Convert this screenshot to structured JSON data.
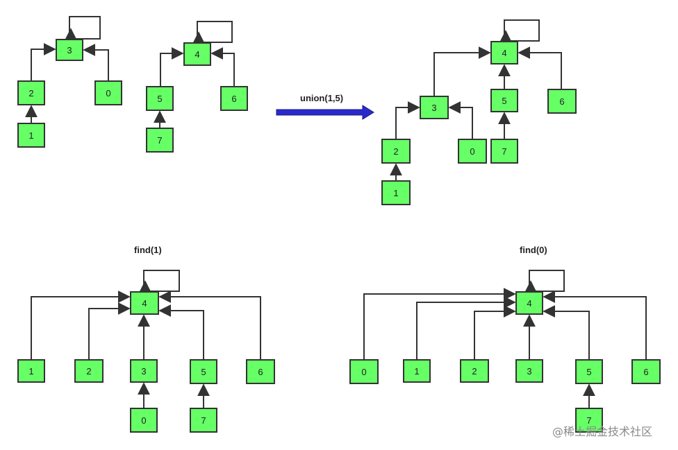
{
  "colors": {
    "node_fill": "#66ff66",
    "node_border": "#333333",
    "edge": "#333333",
    "union_arrow": "#2a2acc"
  },
  "labels": {
    "union": "union(1,5)",
    "find1": "find(1)",
    "find0": "find(0)",
    "watermark": "@稀土掘金技术社区"
  },
  "diagrams": [
    {
      "name": "before-left",
      "nodes": [
        "3",
        "2",
        "0",
        "1"
      ]
    },
    {
      "name": "before-right",
      "nodes": [
        "4",
        "5",
        "6",
        "7"
      ]
    },
    {
      "name": "after-union",
      "nodes": [
        "4",
        "3",
        "5",
        "6",
        "2",
        "0",
        "7",
        "1"
      ]
    },
    {
      "name": "after-find1",
      "nodes": [
        "4",
        "1",
        "2",
        "3",
        "5",
        "6",
        "0",
        "7"
      ]
    },
    {
      "name": "after-find0",
      "nodes": [
        "4",
        "0",
        "1",
        "2",
        "3",
        "5",
        "6",
        "7"
      ]
    }
  ]
}
